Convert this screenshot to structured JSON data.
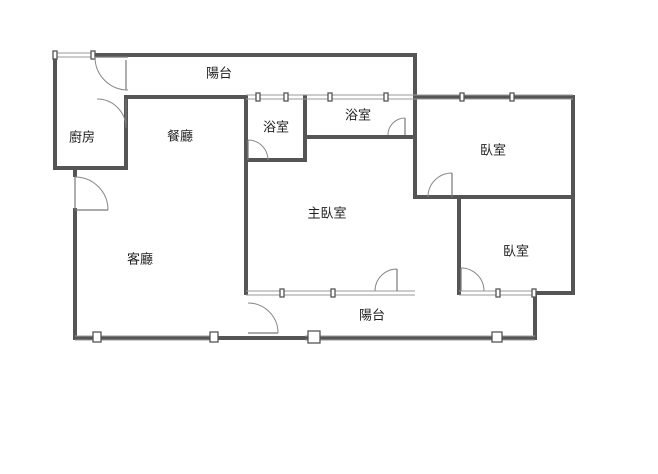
{
  "rooms": {
    "balcony_top": "陽台",
    "kitchen": "廚房",
    "dining": "餐廳",
    "bath_1": "浴室",
    "bath_2": "浴室",
    "bedroom_1": "臥室",
    "master_bedroom": "主臥室",
    "living": "客廳",
    "bedroom_2": "臥室",
    "balcony_bottom": "陽台"
  },
  "colors": {
    "wall": "#555555",
    "window": "#9a9a9a",
    "text": "#222222"
  }
}
